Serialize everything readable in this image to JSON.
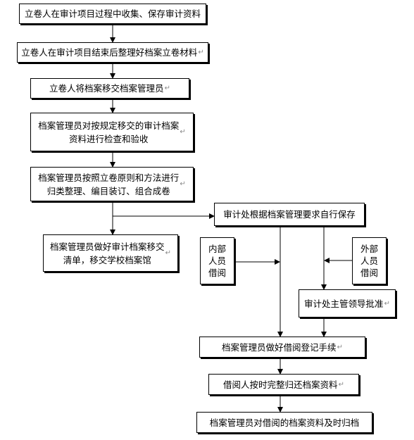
{
  "diagram": {
    "nodes": {
      "n1": "立卷人在审计项目过程中收集、保存审计资料",
      "n2": "立卷人在审计项目结束后整理好档案立卷材料",
      "n3": "立卷人将档案移交档案管理员",
      "n4": "档案管理员对按规定移交的审计档案\n资料进行检查和验收",
      "n5": "档案管理员按照立卷原则和方法进行\n归类整理、编目装订、组合成卷",
      "n6": "档案管理员做好审计档案移交\n清单，移交学校档案馆",
      "n7": "审计处根据档案管理要求自行保存",
      "n8": "内部\n人员\n借阅",
      "n9": "外部\n人员\n借阅",
      "n10": "审计处主管领导批准",
      "n11": "档案管理员做好借阅登记手续",
      "n12": "借阅人按时完整归还档案资料",
      "n13": "档案管理员对借阅的档案资料及时归档"
    },
    "para_mark": "↵"
  }
}
